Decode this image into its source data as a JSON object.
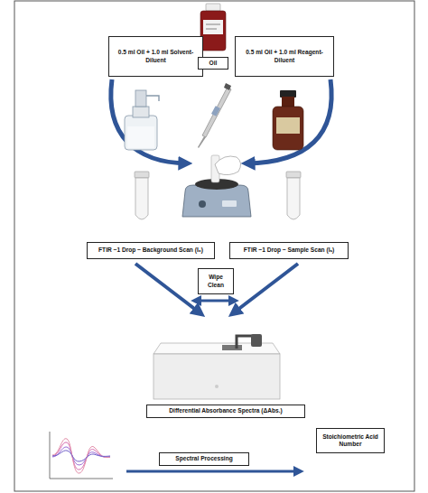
{
  "diagram": {
    "nodes": [
      {
        "text": [
          "0.5 ml Oil + 1.0 ml Solvent-Diluent"
        ]
      },
      {
        "text": [
          "Oil"
        ]
      },
      {
        "text": [
          "0.5 ml Oil + 1.0 ml Reagent-Diluent"
        ]
      },
      {
        "text": [
          "FTIR ~1 Drop ~ Background Scan (I₀)"
        ]
      },
      {
        "text": [
          "Wipe Clean"
        ]
      },
      {
        "text": [
          "FTIR ~1 Drop ~ Sample Scan (Iₛ)"
        ]
      },
      {
        "text": [
          "Differential Absorbance Spectra (ΔAbs.)"
        ]
      },
      {
        "text": [
          "Spectral Processing"
        ]
      },
      {
        "text": [
          "Stoichiometric Acid Number"
        ]
      }
    ]
  }
}
